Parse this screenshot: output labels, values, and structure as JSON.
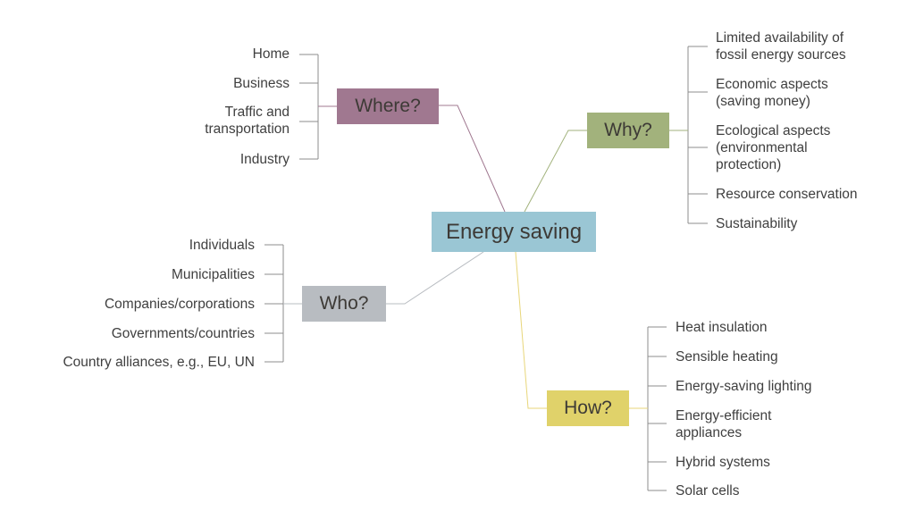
{
  "title": "Energy saving",
  "colors": {
    "center": "#9ac6d4",
    "where": "#a07890",
    "why": "#a2b27c",
    "who": "#b8bcc1",
    "how": "#e0d26a",
    "bracket": "#8c8c8c"
  },
  "branches": {
    "where": {
      "label": "Where?",
      "items": [
        "Home",
        "Business",
        "Traffic and\ntransportation",
        "Industry"
      ]
    },
    "why": {
      "label": "Why?",
      "items": [
        "Limited availability of\nfossil energy sources",
        "Economic aspects\n(saving money)",
        "Ecological aspects\n(environmental\nprotection)",
        "Resource conservation",
        "Sustainability"
      ]
    },
    "who": {
      "label": "Who?",
      "items": [
        "Individuals",
        "Municipalities",
        "Companies/corporations",
        "Governments/countries",
        "Country alliances, e.g., EU, UN"
      ]
    },
    "how": {
      "label": "How?",
      "items": [
        "Heat insulation",
        "Sensible heating",
        "Energy-saving lighting",
        "Energy-efficient\nappliances",
        "Hybrid systems",
        "Solar cells"
      ]
    }
  }
}
